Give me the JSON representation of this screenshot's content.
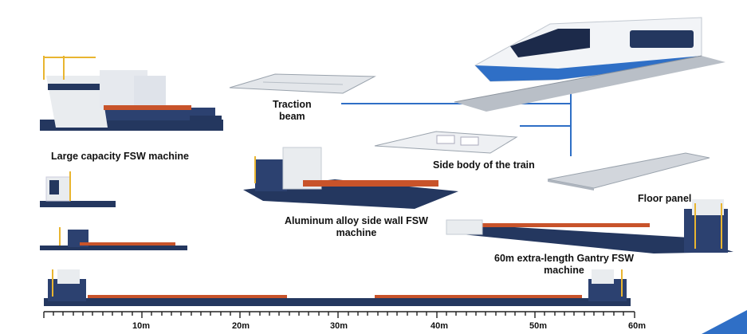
{
  "labels": {
    "traction_beam": [
      "Traction",
      "beam"
    ],
    "large_capacity": "Large capacity FSW machine",
    "side_body": "Side body of the train",
    "floor_panel": "Floor panel",
    "aluminum_wall": [
      "Aluminum alloy side wall FSW",
      "machine"
    ],
    "gantry_60m": [
      "60m extra-length Gantry FSW",
      "machine"
    ]
  },
  "scale": {
    "ticks": [
      "10m",
      "20m",
      "30m",
      "40m",
      "50m",
      "60m"
    ]
  },
  "colors": {
    "machine_blue": "#24375f",
    "machine_white": "#e9ecef",
    "accent_orange": "#c8532a",
    "rail_yellow": "#e9b530",
    "connector_blue": "#2f6fc6"
  }
}
